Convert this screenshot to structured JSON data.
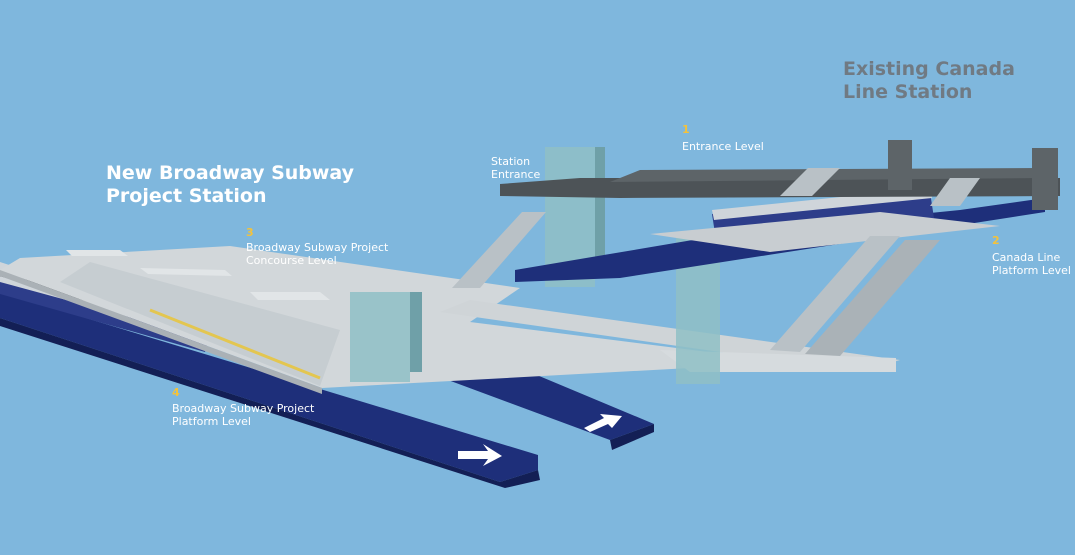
{
  "headings": {
    "new_station_line1": "New Broadway Subway",
    "new_station_line2": "Project Station",
    "existing_station_line1": "Existing Canada",
    "existing_station_line2": "Line Station"
  },
  "labels": {
    "concourse_number": "3",
    "concourse_line1": "Broadway Subway Project",
    "concourse_line2": "Concourse Level",
    "platform_number": "4",
    "platform_line1": "Broadway Subway Project",
    "platform_line2": "Platform Level",
    "entrance_number": "1",
    "entrance_level": "Entrance Level",
    "station_entrance_line1": "Station",
    "station_entrance_line2": "Entrance",
    "canada_platform_number": "2",
    "canada_platform_line1": "Canada Line",
    "canada_platform_line2": "Platform Level"
  },
  "colors": {
    "background": "#7fb7dd",
    "track": "#1e2f7a",
    "slab": "#d2d7da",
    "dark_slab": "#4d5357",
    "glass": "#8fbfc6",
    "label_number": "#f3c23c"
  },
  "icons": [
    "direction-arrow-icon",
    "direction-arrow-icon"
  ]
}
